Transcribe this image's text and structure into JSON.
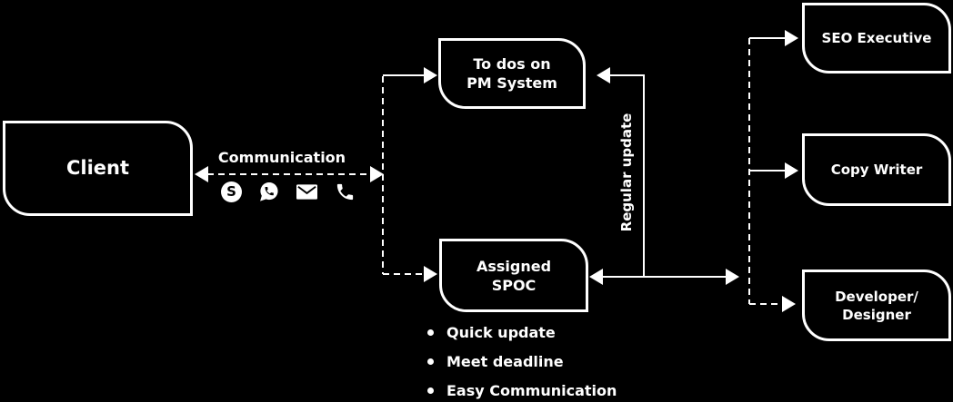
{
  "diagram": {
    "colors": {
      "background": "#000000",
      "stroke": "#ffffff",
      "text": "#ffffff"
    },
    "nodes": {
      "client": {
        "label": "Client"
      },
      "todos": {
        "line1": "To dos on",
        "line2": "PM System"
      },
      "spoc": {
        "line1": "Assigned",
        "line2": "SPOC"
      },
      "seo": {
        "label": "SEO Executive"
      },
      "copywriter": {
        "label": "Copy Writer"
      },
      "developer": {
        "line1": "Developer/",
        "line2": "Designer"
      }
    },
    "labels": {
      "communication": "Communication",
      "regular_update": "Regular update"
    },
    "icons": [
      {
        "name": "skype-icon",
        "glyph": "S"
      },
      {
        "name": "whatsapp-icon"
      },
      {
        "name": "email-icon"
      },
      {
        "name": "phone-icon"
      }
    ],
    "bullets": [
      "Quick update",
      "Meet deadline",
      "Easy Communication"
    ]
  }
}
